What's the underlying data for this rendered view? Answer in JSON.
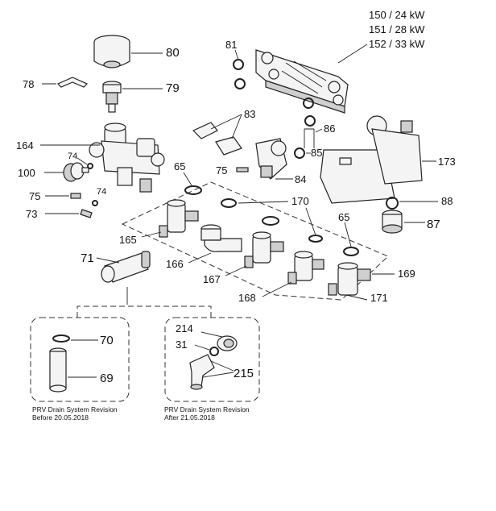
{
  "heat_exchanger_labels": [
    "150 / 24 kW",
    "151 / 28 kW",
    "152 / 33 kW"
  ],
  "callouts": {
    "c80": "80",
    "c79": "79",
    "c78": "78",
    "c81": "81",
    "c83": "83",
    "c86": "86",
    "c85": "85",
    "c164": "164",
    "c74a": "74",
    "c100": "100",
    "c75a": "75",
    "c74b": "74",
    "c73": "73",
    "c75b": "75",
    "c84": "84",
    "c173": "173",
    "c65a": "65",
    "c170": "170",
    "c88": "88",
    "c65b": "65",
    "c87": "87",
    "c165": "165",
    "c166": "166",
    "c167": "167",
    "c169": "169",
    "c168": "168",
    "c171": "171",
    "c71": "71",
    "c70": "70",
    "c69": "69",
    "c214": "214",
    "c31": "31",
    "c215": "215"
  },
  "revision_before": {
    "title": "PRV Drain System Revision",
    "date": "Before 20.05.2018"
  },
  "revision_after": {
    "title": "PRV Drain System Revision",
    "date": "After  21.05.2018"
  }
}
